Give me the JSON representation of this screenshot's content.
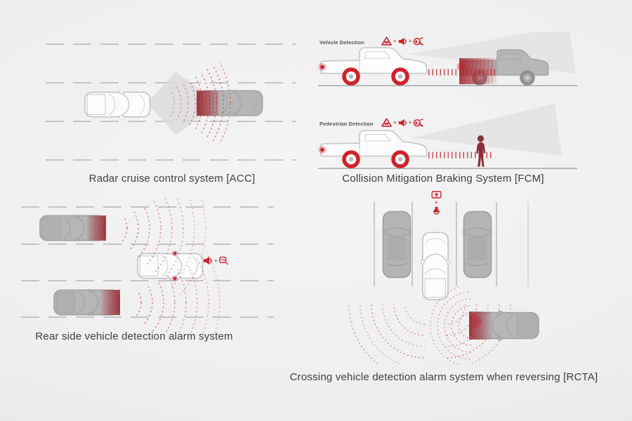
{
  "plus": "+",
  "colors": {
    "background": "#efefef",
    "accent_red": "#c8232c",
    "highlight_red": "#9b1e28",
    "vehicle_gray": "#b6b6b7",
    "outline_gray": "#c3c3c5",
    "road_line_gray": "#b5b5b5",
    "text": "#3e3e3e"
  },
  "panels": {
    "acc": {
      "caption": "Radar cruise control system [ACC]"
    },
    "fcm": {
      "caption": "Collision Mitigation Braking System [FCM]",
      "vehicle_scene_label": "Vehicle Detection",
      "pedestrian_scene_label": "Pedestrian Detection",
      "alert_icons": [
        "collision-warning-icon",
        "speaker-icon",
        "auto-brake-icon"
      ]
    },
    "rear_side": {
      "caption": "Rear side vehicle detection alarm system",
      "alert_icons": [
        "speaker-icon",
        "mirror-indicator-icon"
      ]
    },
    "rcta": {
      "caption": "Crossing vehicle detection alarm system when reversing [RCTA]",
      "alert_icons": [
        "monitor-arrow-icon",
        "speaker-down-icon"
      ]
    }
  }
}
